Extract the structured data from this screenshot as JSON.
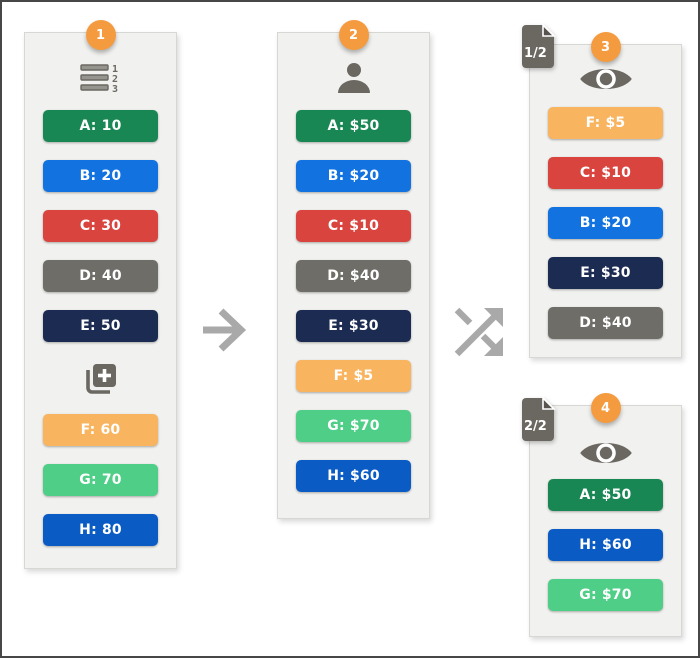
{
  "palette": {
    "badge_orange": "#f59b3f",
    "icon_gray": "#6b6862",
    "arrow_gray": "#a9a9a9",
    "panel_bg": "#f1f1ef",
    "panel_border": "#d7d7d4",
    "frame_border": "#474747",
    "item_colors": {
      "A": "#198754",
      "B": "#1273e0",
      "C": "#d9453e",
      "D": "#6f6d68",
      "E": "#1c2b52",
      "F": "#f9b45f",
      "G": "#4fce87",
      "H": "#0b5bc4"
    }
  },
  "panels": [
    {
      "badge": "1",
      "icon": "sort-numeric-icon",
      "mid_icon": "add-collection-icon",
      "items_top": [
        {
          "label": "A: 10",
          "color": "#198754"
        },
        {
          "label": "B: 20",
          "color": "#1273e0"
        },
        {
          "label": "C: 30",
          "color": "#d9453e"
        },
        {
          "label": "D: 40",
          "color": "#6f6d68"
        },
        {
          "label": "E: 50",
          "color": "#1c2b52"
        }
      ],
      "items_bottom": [
        {
          "label": "F: 60",
          "color": "#f9b45f"
        },
        {
          "label": "G: 70",
          "color": "#4fce87"
        },
        {
          "label": "H: 80",
          "color": "#0b5bc4"
        }
      ]
    },
    {
      "badge": "2",
      "icon": "person-icon",
      "items": [
        {
          "label": "A: $50",
          "color": "#198754"
        },
        {
          "label": "B: $20",
          "color": "#1273e0"
        },
        {
          "label": "C: $10",
          "color": "#d9453e"
        },
        {
          "label": "D: $40",
          "color": "#6f6d68"
        },
        {
          "label": "E: $30",
          "color": "#1c2b52"
        },
        {
          "label": "F: $5",
          "color": "#f9b45f"
        },
        {
          "label": "G: $70",
          "color": "#4fce87"
        },
        {
          "label": "H: $60",
          "color": "#0b5bc4"
        }
      ]
    },
    {
      "badge": "3",
      "icon": "eye-icon",
      "page_label": "1/2",
      "items": [
        {
          "label": "F: $5",
          "color": "#f9b45f"
        },
        {
          "label": "C: $10",
          "color": "#d9453e"
        },
        {
          "label": "B: $20",
          "color": "#1273e0"
        },
        {
          "label": "E: $30",
          "color": "#1c2b52"
        },
        {
          "label": "D: $40",
          "color": "#6f6d68"
        }
      ]
    },
    {
      "badge": "4",
      "icon": "eye-icon",
      "page_label": "2/2",
      "items": [
        {
          "label": "A: $50",
          "color": "#198754"
        },
        {
          "label": "H: $60",
          "color": "#0b5bc4"
        },
        {
          "label": "G: $70",
          "color": "#4fce87"
        }
      ]
    }
  ],
  "connectors": [
    {
      "type": "arrow-right"
    },
    {
      "type": "shuffle"
    }
  ]
}
